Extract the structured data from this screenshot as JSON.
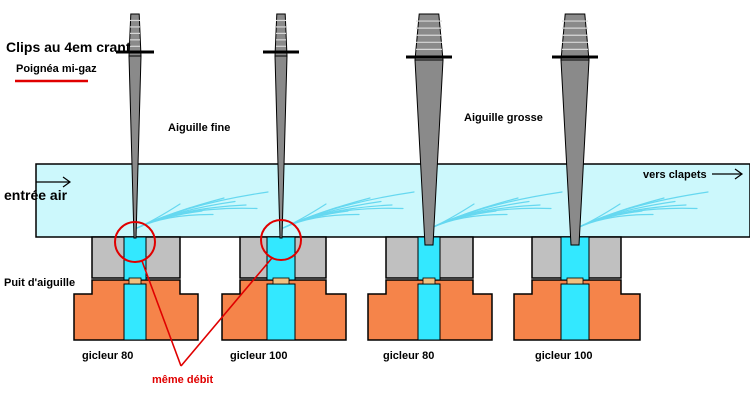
{
  "labels": {
    "clips": "Clips au 4em crant",
    "poignee": "Poignéa mi-gaz",
    "entree_air": "entrée air",
    "puit": "Puit d'aiguille",
    "aiguille_fine": "Aiguille fine",
    "aiguille_grosse": "Aiguille grosse",
    "vers_clapets": "vers clapets",
    "meme_debit": "même débit"
  },
  "jets": [
    {
      "label": "gicleur 80",
      "needle": "fine"
    },
    {
      "label": "gicleur 100",
      "needle": "fine"
    },
    {
      "label": "gicleur 80",
      "needle": "grosse"
    },
    {
      "label": "gicleur 100",
      "needle": "grosse"
    }
  ],
  "colors": {
    "air": "#ccf8fc",
    "fuel": "#33e8ff",
    "spray": "#66d8f0",
    "well": "#c0c0c0",
    "jet_body": "#f5844a",
    "needle": "#8a8a8a",
    "annotation": "#e00000",
    "text": "#000000"
  },
  "icons": [
    "arrow-right-icon"
  ]
}
